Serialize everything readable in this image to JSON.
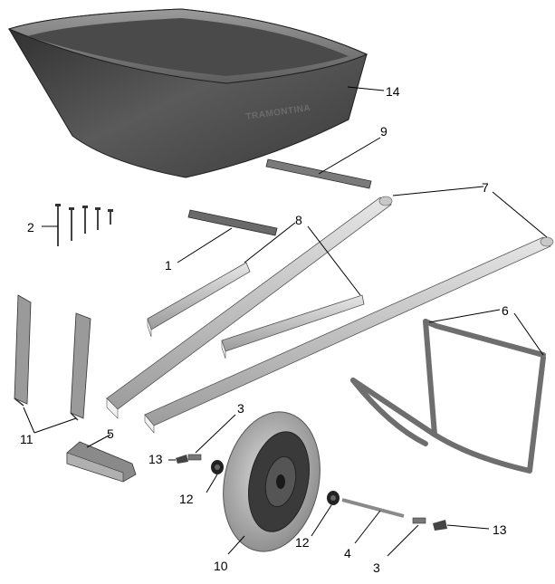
{
  "brand_label": "TRAMONTINA",
  "callouts": {
    "c1": "1",
    "c2": "2",
    "c3a": "3",
    "c3b": "3",
    "c4": "4",
    "c5": "5",
    "c6": "6",
    "c7": "7",
    "c8": "8",
    "c9": "9",
    "c10": "10",
    "c11": "11",
    "c12a": "12",
    "c12b": "12",
    "c13a": "13",
    "c13b": "13",
    "c14": "14"
  },
  "colors": {
    "tray_dark": "#3a3a3a",
    "tray_light": "#6e6e6e",
    "wood_light": "#d9d9d9",
    "wood_mid": "#a6a6a6",
    "metal": "#8c8c8c",
    "tire": "#b5b5b5",
    "hub": "#2e2e2e"
  }
}
